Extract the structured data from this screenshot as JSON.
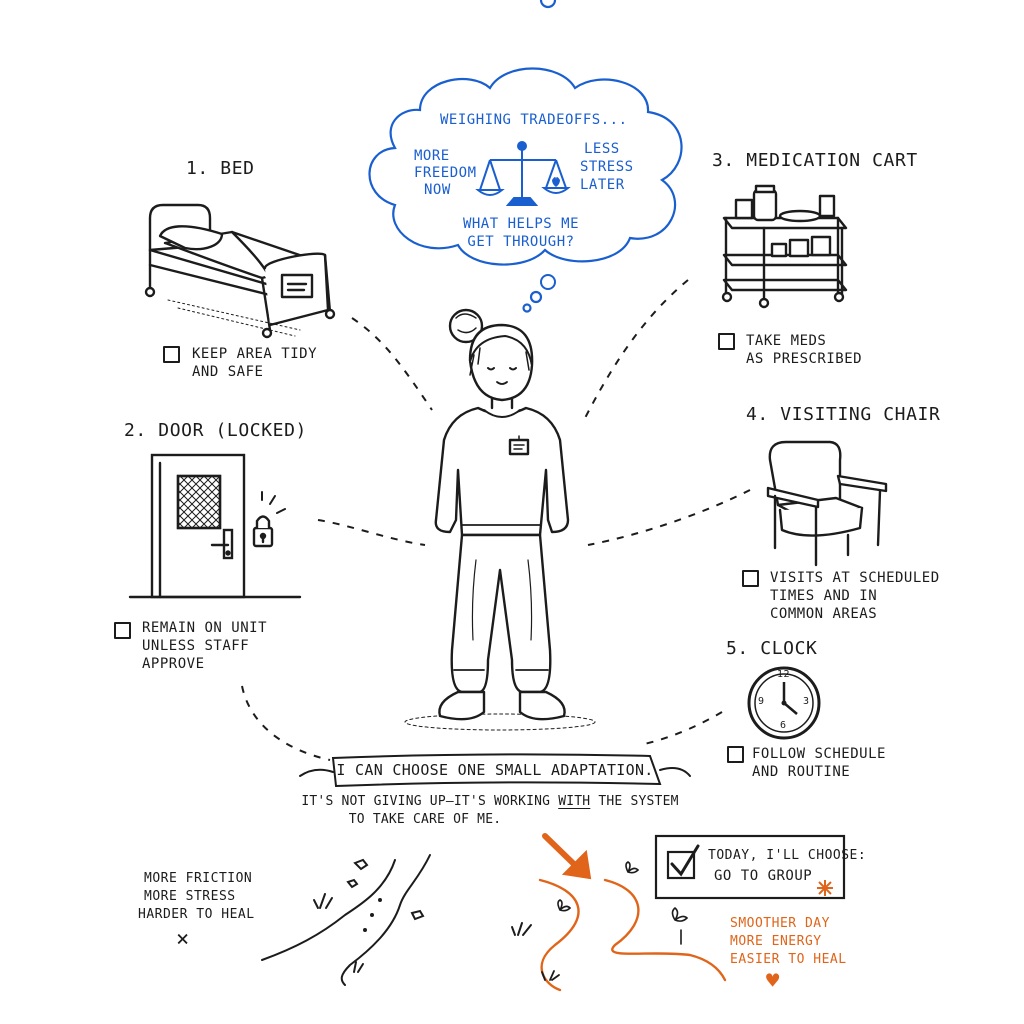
{
  "thought": {
    "title": "Weighing tradeoffs...",
    "left": [
      "More",
      "freedom",
      "now"
    ],
    "right": [
      "Less",
      "stress",
      "later"
    ],
    "question": [
      "What helps me",
      "get through?"
    ]
  },
  "items": [
    {
      "title": "1. Bed",
      "task": [
        "Keep area tidy",
        "and safe"
      ]
    },
    {
      "title": "2. Door (Locked)",
      "task": [
        "Remain on unit",
        "unless staff",
        "approve"
      ]
    },
    {
      "title": "3. Medication Cart",
      "task": [
        "Take meds",
        "as prescribed"
      ]
    },
    {
      "title": "4. Visiting Chair",
      "task": [
        "Visits at scheduled",
        "times and in",
        "common areas"
      ]
    },
    {
      "title": "5. Clock",
      "task": [
        "Follow schedule",
        "and routine"
      ]
    }
  ],
  "clock_numbers": [
    "12",
    "3",
    "6",
    "9"
  ],
  "banner": {
    "text": "I can choose one small adaptation.",
    "sub1_a": "It's not giving up—it's working ",
    "sub1_b": "with",
    "sub1_c": " the system",
    "sub2": "to take care of me."
  },
  "rough_path": {
    "lines": [
      "More friction",
      "more stress",
      "harder to heal"
    ],
    "mark": "×"
  },
  "smooth_path": {
    "lines": [
      "Smoother day",
      "more energy",
      "easier to heal"
    ],
    "heart": "♥"
  },
  "choice": {
    "line1": "Today, I'll choose:",
    "line2": "Go to group"
  },
  "colors": {
    "ink": "#1c1c1c",
    "blue": "#1a5fd0",
    "orange": "#e0651a"
  }
}
